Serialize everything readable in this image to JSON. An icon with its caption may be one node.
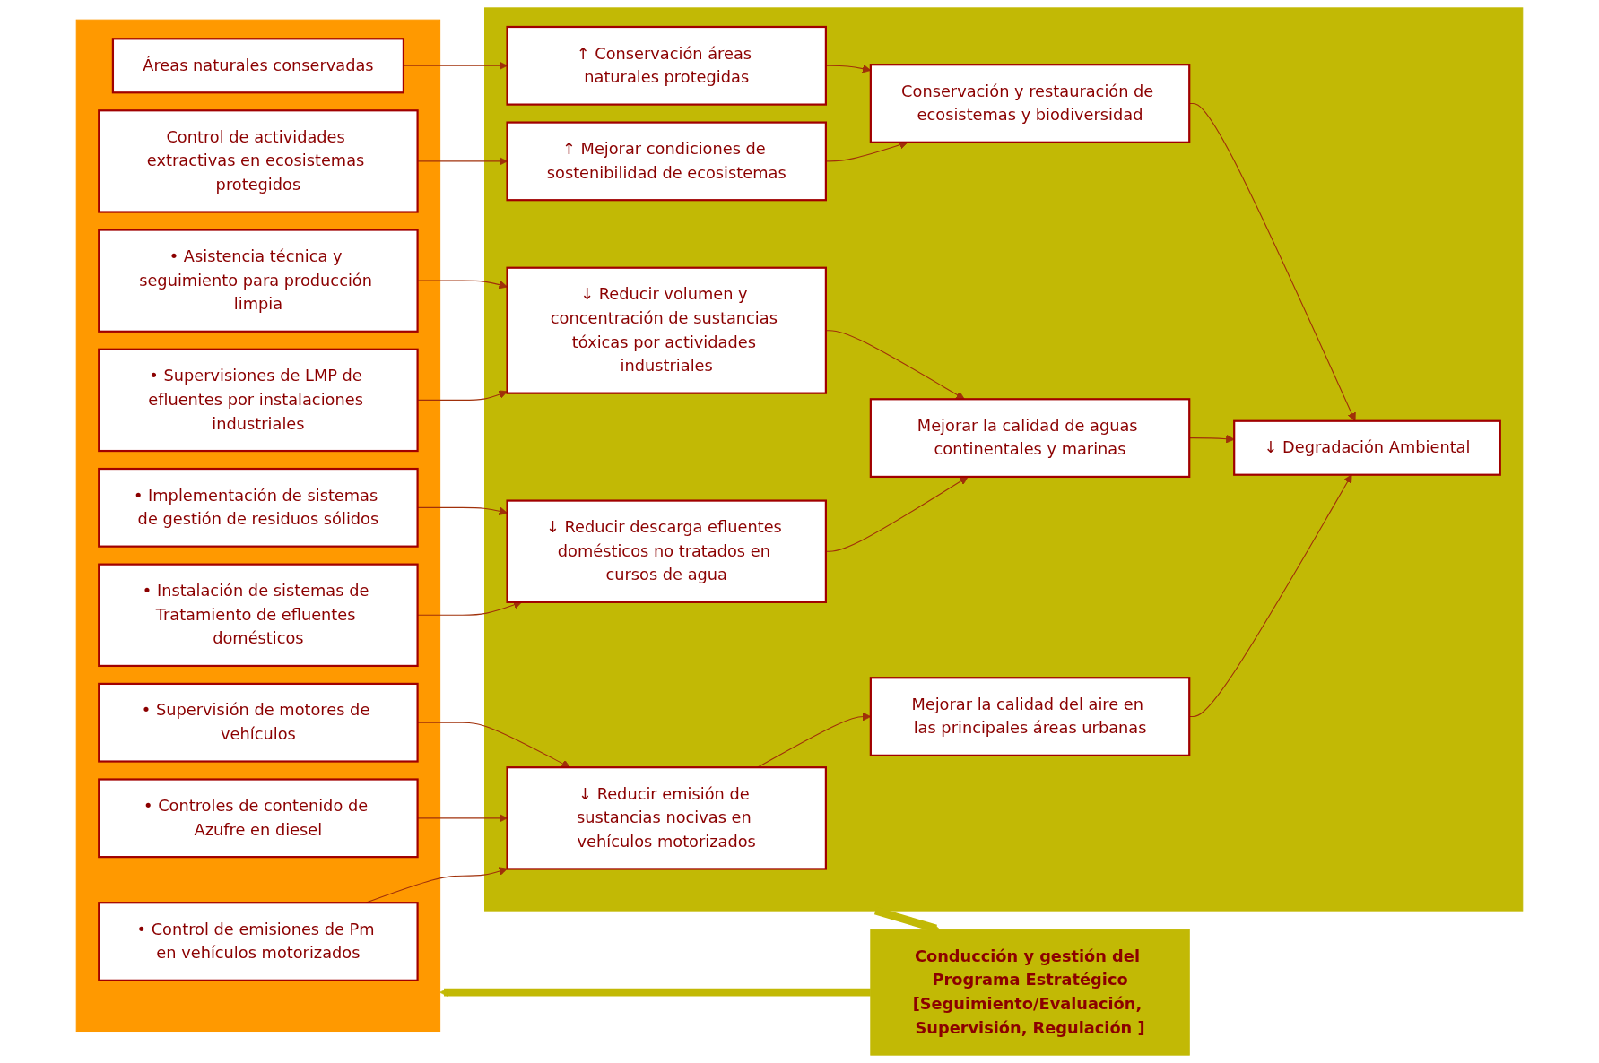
{
  "diagram": {
    "nodes": [
      {
        "text": [],
        "shape": "box"
      },
      {
        "text": [
          "• Control de emisiones de Pm en vehículos motorizados"
        ],
        "in": 0
      },
      {
        "text": [
          "• Controles de contenido de Azufre en diesel"
        ],
        "in": 0
      },
      {
        "text": [
          "• Supervisión de motores de vehículos"
        ],
        "in": 0
      },
      {
        "text": [
          "• Instalación de sistemas de Tratamiento de efluentes domésticos"
        ],
        "in": 0
      },
      {
        "text": [
          "• Implementación de sistemas de gestión de residuos sólidos"
        ],
        "in": 0
      },
      {
        "text": [
          "• Supervisiones de LMP de efluentes por instalaciones industriales"
        ],
        "in": 0
      },
      {
        "text": [
          "• Asistencia técnica y seguimiento para producción limpia"
        ],
        "in": 0
      },
      {
        "text": [
          "Control de actividades extractivas en ecosistemas protegidos"
        ],
        "in": 0
      },
      {
        "text": [
          "Áreas naturales conservadas"
        ],
        "in": 0
      },
      {
        "text": [],
        "shape": "box"
      },
      {
        "text": [
          "↓ Reducir emisión de sustancias nocivas en vehículos motorizados"
        ],
        "in": 10
      },
      {
        "text": [
          "↓ Reducir descarga efluentes domésticos no tratados en cursos de agua"
        ],
        "in": 10
      },
      {
        "text": [
          "↓ Reducir volumen y concentración de sustancias tóxicas por actividades industriales"
        ],
        "in": 10
      },
      {
        "text": [
          "↑ Mejorar condiciones de sostenibilidad de ecosistemas"
        ],
        "in": 10
      },
      {
        "text": [
          "↑ Conservación áreas naturales protegidas"
        ],
        "in": 10
      },
      {
        "text": [
          "Mejorar la calidad del aire en las principales áreas urbanas"
        ],
        "in": 10
      },
      {
        "text": [
          "Mejorar la calidad de aguas continentales y marinas"
        ],
        "in": 10
      },
      {
        "text": [
          "Conservación y restauración de ecosistemas y biodiversidad"
        ],
        "in": 10
      },
      {
        "text": [
          "↓ Degradación Ambiental"
        ],
        "in": 10
      },
      {
        "text": [
          "Conducción y gestión del Programa Estratégico",
          "[Seguimiento/Evaluación, Supervisión, Regulación ]"
        ]
      }
    ],
    "edges": [
      {
        "from": 1,
        "to": 11,
        "arrow": "to"
      },
      {
        "from": 2,
        "to": 11,
        "arrow": "to"
      },
      {
        "from": 3,
        "to": 11,
        "arrow": "to"
      },
      {
        "from": 4,
        "to": 12,
        "arrow": "to"
      },
      {
        "from": 5,
        "to": 12,
        "arrow": "to"
      },
      {
        "from": 6,
        "to": 13,
        "arrow": "to"
      },
      {
        "from": 7,
        "to": 13,
        "arrow": "to"
      },
      {
        "from": 8,
        "to": 14,
        "arrow": "to"
      },
      {
        "from": 9,
        "to": 15,
        "arrow": "to"
      },
      {
        "from": 11,
        "to": 16,
        "arrow": "to"
      },
      {
        "from": 12,
        "to": 17,
        "arrow": "to"
      },
      {
        "from": 13,
        "to": 17,
        "arrow": "to"
      },
      {
        "from": 14,
        "to": 18,
        "arrow": "to"
      },
      {
        "from": 15,
        "to": 18,
        "arrow": "to"
      },
      {
        "from": 16,
        "to": 19,
        "arrow": "to"
      },
      {
        "from": 17,
        "to": 19,
        "arrow": "to"
      },
      {
        "from": 18,
        "to": 19,
        "arrow": "to"
      },
      {
        "from": 10,
        "to": 20,
        "arrow": "to",
        "style": "thick",
        "color": "#c2b905"
      },
      {
        "from": 20,
        "to": 0,
        "arrow": "to",
        "style": "thick",
        "color": "#c2b905"
      }
    ]
  }
}
